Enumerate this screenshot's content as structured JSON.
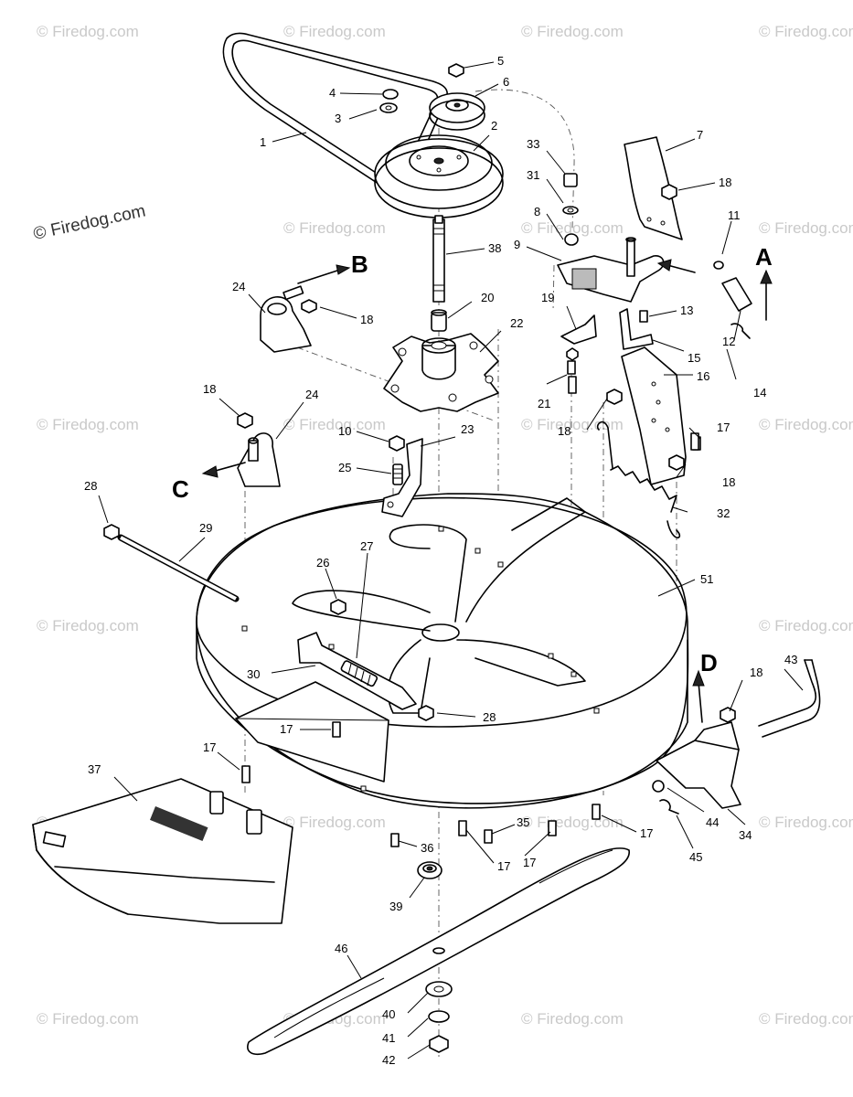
{
  "watermark": {
    "main": "© Firedog.com",
    "tile": "© Firedog.com"
  },
  "view_letters": [
    "A",
    "B",
    "C",
    "D"
  ],
  "callouts": {
    "c1": "1",
    "c2": "2",
    "c3": "3",
    "c4": "4",
    "c5": "5",
    "c6": "6",
    "c7": "7",
    "c8": "8",
    "c9": "9",
    "c10": "10",
    "c11": "11",
    "c12": "12",
    "c13": "13",
    "c14": "14",
    "c15": "15",
    "c16": "16",
    "c17a": "17",
    "c17b": "17",
    "c17c": "17",
    "c17d": "17",
    "c17e": "17",
    "c17f": "17",
    "c18a": "18",
    "c18b": "18",
    "c18c": "18",
    "c18d": "18",
    "c18e": "18",
    "c18f": "18",
    "c19": "19",
    "c20": "20",
    "c21": "21",
    "c22": "22",
    "c23": "23",
    "c24a": "24",
    "c24b": "24",
    "c25": "25",
    "c26": "26",
    "c27": "27",
    "c28a": "28",
    "c28b": "28",
    "c29": "29",
    "c30": "30",
    "c31": "31",
    "c32": "32",
    "c33": "33",
    "c34": "34",
    "c35": "35",
    "c36": "36",
    "c37": "37",
    "c38": "38",
    "c39": "39",
    "c40": "40",
    "c41": "41",
    "c42": "42",
    "c43": "43",
    "c44": "44",
    "c45": "45",
    "c46": "46",
    "c51": "51"
  }
}
